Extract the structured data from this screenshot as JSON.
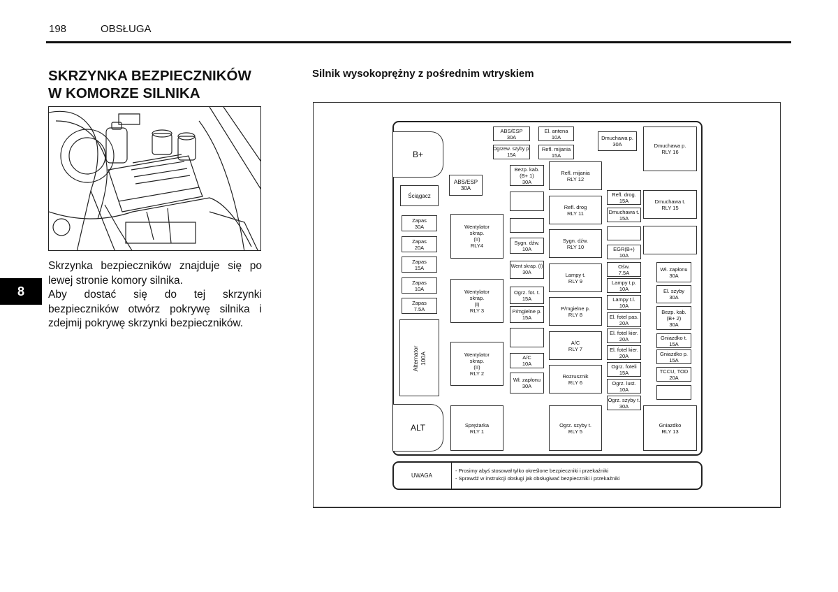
{
  "header": {
    "page_number": "198",
    "section": "OBSŁUGA"
  },
  "left": {
    "title_line1": "SKRZYNKA BEZPIECZNIKÓW",
    "title_line2": "W KOMORZE SILNIKA",
    "para1": "Skrzynka bezpieczników znajduje się po lewej stronie komory silnika.",
    "para2": "Aby dostać się do tej skrzynki bezpieczników otwórz pokrywę silnika i zdejmij pokrywę skrzynki bezpieczników.",
    "chapter_tab": "8"
  },
  "diagram": {
    "title": "Silnik wysokoprężny z pośrednim wtryskiem",
    "b_plus": "B+",
    "alt": "ALT",
    "sciagacz": "Ściągacz",
    "alternator": [
      "Alternator",
      "100A"
    ],
    "cells": {
      "abs_esp_top": [
        "ABS/ESP",
        "30A"
      ],
      "el_antena": [
        "El. antena",
        "10A"
      ],
      "ogrzew_szyby_p": [
        "Ogrzew. szyby p.",
        "15A"
      ],
      "refl_mijania_15": [
        "Refl. mijania",
        "15A"
      ],
      "dmuchawa_p_30": [
        "Dmuchawa p.",
        "30A"
      ],
      "dmuchawa_p_rly16": [
        "Dmuchawa p.",
        "RLY 16"
      ],
      "bezp_kab_b1": [
        "Bezp. kab.",
        "(B+ 1)",
        "30A"
      ],
      "refl_mijania_rly12": [
        "Refl. mijania",
        "RLY 12"
      ],
      "abs_esp_mid": [
        "ABS/ESP",
        "30A"
      ],
      "refl_drog_15": [
        "Refl. drog.",
        "15A"
      ],
      "dmuchawa_t_15": [
        "Dmuchawa t.",
        "15A"
      ],
      "dmuchawa_t_rly15": [
        "Dmuchawa t.",
        "RLY 15"
      ],
      "refl_drog_rly11": [
        "Refl. drog",
        "RLY 11"
      ],
      "zapas_30": [
        "Zapas",
        "30A"
      ],
      "zapas_20": [
        "Zapas",
        "20A"
      ],
      "zapas_15": [
        "Zapas",
        "15A"
      ],
      "zapas_10": [
        "Zapas",
        "10A"
      ],
      "zapas_75": [
        "Zapas",
        "7.5A"
      ],
      "wentylator_rly4": [
        "Wentylator",
        "skrap.",
        "(II)",
        "RLY4"
      ],
      "wentylator_rly3": [
        "Wentylator",
        "skrap.",
        "(I)",
        "RLY 3"
      ],
      "wentylator_rly2": [
        "Wentylator",
        "skrap.",
        "(II)",
        "RLY 2"
      ],
      "sygn_dzw_10": [
        "Sygn. dźw.",
        "10A"
      ],
      "sygn_dzw_rly10": [
        "Sygn. dźw.",
        "RLY 10"
      ],
      "egr": [
        "EGR(B+)",
        "10A"
      ],
      "went_skrap_30": [
        "Went skrap. (I)",
        "30A"
      ],
      "lampy_t_rly9": [
        "Lampy t.",
        "RLY 9"
      ],
      "osw_75": [
        "Ośw.",
        "7.5A"
      ],
      "wl_zaplonu_30_right": [
        "Wł. zapłonu",
        "30A"
      ],
      "lampy_tp_10": [
        "Lampy t.p.",
        "10A"
      ],
      "ogrz_fot_t": [
        "Ogrz. fot. t.",
        "15A"
      ],
      "el_szyby_30": [
        "El. szyby",
        "30A"
      ],
      "lampy_tl_10": [
        "Lampy t.l.",
        "10A"
      ],
      "p_mgielne_15": [
        "P/mgielne p.",
        "15A"
      ],
      "p_mgielne_rly8": [
        "P/mgielne p.",
        "RLY 8"
      ],
      "el_fotel_pas": [
        "El. fotel pas.",
        "20A"
      ],
      "bezp_kab_b2": [
        "Bezp. kab.",
        "(B+ 2)",
        "30A"
      ],
      "el_fotel_kier_1": [
        "El. fotel kier.",
        "20A"
      ],
      "ac_rly7": [
        "A/C",
        "RLY 7"
      ],
      "gniazdko_t_15": [
        "Gniazdko t.",
        "15A"
      ],
      "el_fotel_kier_2": [
        "El. fotel kier.",
        "20A"
      ],
      "gniazdko_p_15": [
        "Gniazdko p.",
        "15A"
      ],
      "ac_10": [
        "A/C",
        "10A"
      ],
      "ogrz_foteli": [
        "Ogrz. foteli",
        "15A"
      ],
      "tccu_tod": [
        "TCCU, TOD",
        "20A"
      ],
      "rozrusznik_rly6": [
        "Rozrusznik",
        "RLY 6"
      ],
      "wl_zaplonu_30_mid": [
        "Wł. zapłonu",
        "30A"
      ],
      "ogrz_lust": [
        "Ogrz. lust.",
        "10A"
      ],
      "ogrz_szyby_t": [
        "Ogrz. szyby t.",
        "30A"
      ],
      "sprezarka_rly1": [
        "Sprężarka",
        "RLY 1"
      ],
      "ogrz_szyby_t_rly5": [
        "Ogrz. szyby t.",
        "RLY 5"
      ],
      "gniazdko_rly13": [
        "Gniazdko",
        "RLY 13"
      ]
    },
    "note_label": "UWAGA",
    "note_line1": "- Prosimy abyś stosował tylko określone bezpieczniki i przekaźniki",
    "note_line2": "- Sprawdź w instrukcji obsługi jak obsługiwać bezpieczniki i przekaźniki"
  }
}
